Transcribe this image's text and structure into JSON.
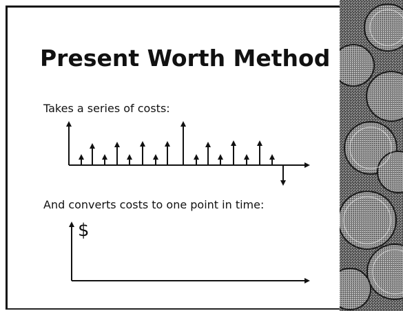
{
  "slide": {
    "title": "Present Worth Method",
    "line1": "Takes a series of costs:",
    "line2": "And converts costs to one point in time:",
    "dollar": "$"
  },
  "colors": {
    "ink": "#111111",
    "background": "#ffffff"
  }
}
